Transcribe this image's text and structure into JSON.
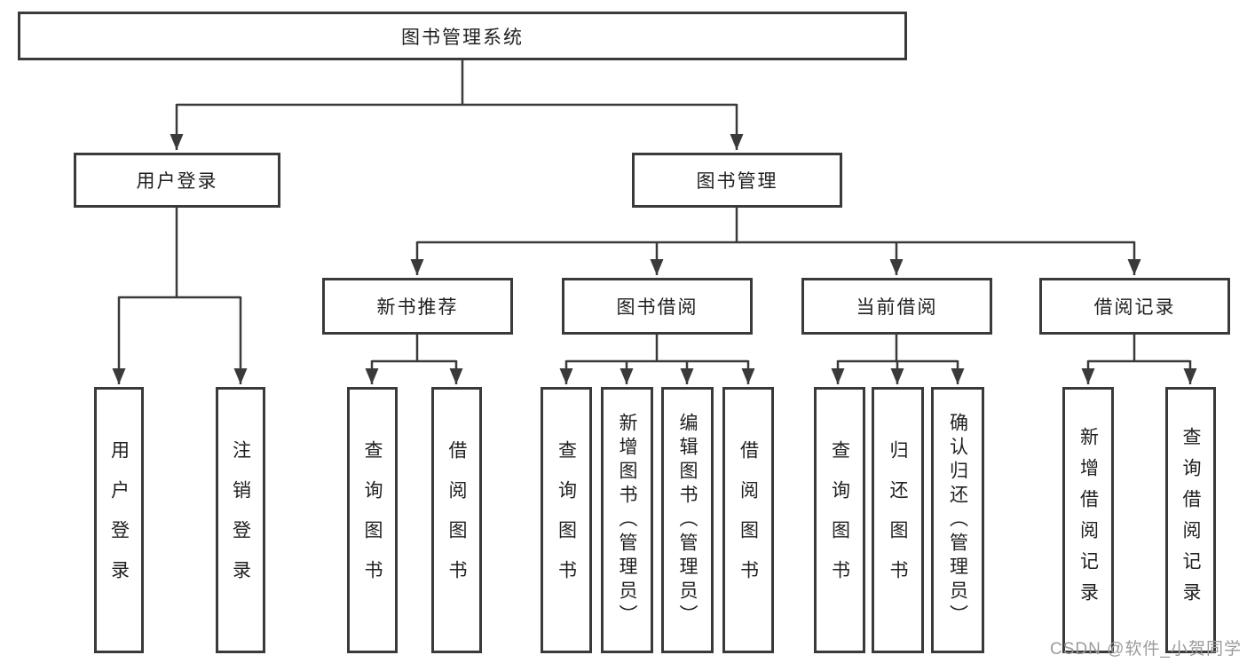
{
  "tree": {
    "label": "图书管理系统",
    "children": [
      {
        "label": "用户登录",
        "children": [
          {
            "label": "用户登录"
          },
          {
            "label": "注销登录"
          }
        ]
      },
      {
        "label": "图书管理",
        "children": [
          {
            "label": "新书推荐",
            "children": [
              {
                "label": "查询图书"
              },
              {
                "label": "借阅图书"
              }
            ]
          },
          {
            "label": "图书借阅",
            "children": [
              {
                "label": "查询图书"
              },
              {
                "label": "新增图书（管理员）"
              },
              {
                "label": "编辑图书（管理员）"
              },
              {
                "label": "借阅图书"
              }
            ]
          },
          {
            "label": "当前借阅",
            "children": [
              {
                "label": "查询图书"
              },
              {
                "label": "归还图书"
              },
              {
                "label": "确认归还（管理员）"
              }
            ]
          },
          {
            "label": "借阅记录",
            "children": [
              {
                "label": "新增借阅记录"
              },
              {
                "label": "查询借阅记录"
              }
            ]
          }
        ]
      }
    ]
  },
  "watermark": "CSDN @软件_小贺同学",
  "colors": {
    "line": "#3a3a3a",
    "box_fill": "#ffffff",
    "text": "#1f1f1f",
    "watermark": "#9b9b9b"
  }
}
